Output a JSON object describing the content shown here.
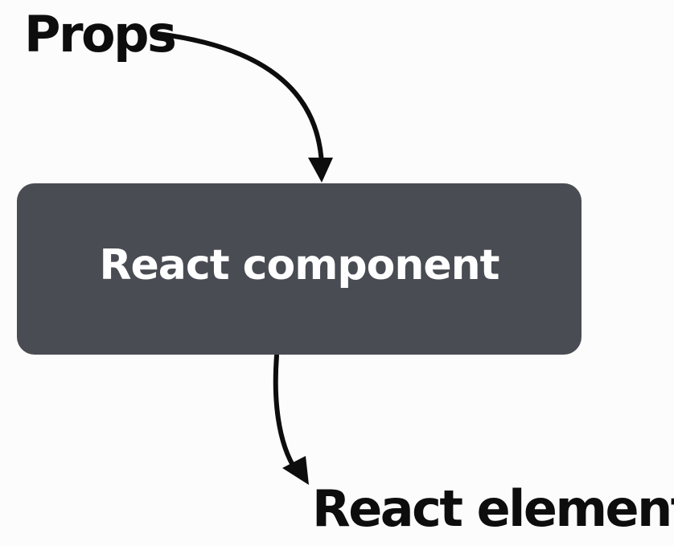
{
  "diagram": {
    "input_label": "Props",
    "component_label": "React component",
    "output_label": "React element"
  },
  "colors": {
    "background": "#fcfcfc",
    "component_fill": "#4a4c53",
    "component_text": "#ffffff",
    "label_text": "#0d0d0d",
    "arrow": "#0d0d0d"
  }
}
